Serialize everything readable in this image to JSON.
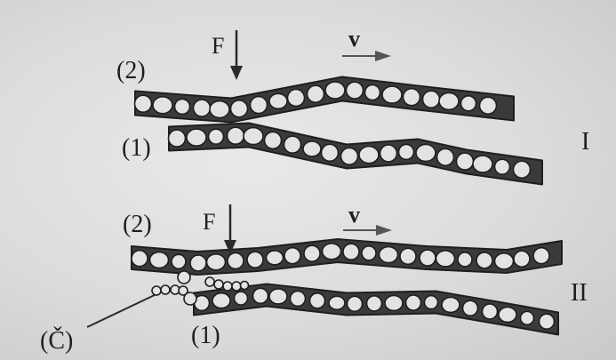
{
  "diagram": {
    "panels": [
      {
        "roman_label": "I",
        "force_label": "F",
        "velocity_label": "v",
        "layer_top_label": "(2)",
        "layer_bottom_label": "(1)"
      },
      {
        "roman_label": "II",
        "force_label": "F",
        "velocity_label": "v",
        "layer_top_label": "(2)",
        "layer_bottom_label": "(1)",
        "particle_label": "(Č)"
      }
    ],
    "colors": {
      "ink": "#1e1e1e",
      "paper": "#e3e3e3"
    }
  }
}
